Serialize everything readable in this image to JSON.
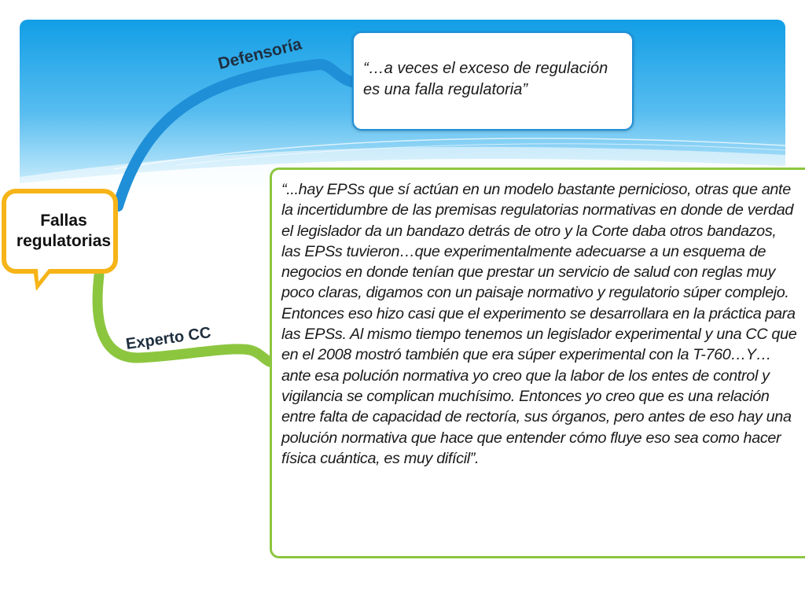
{
  "mindmap": {
    "central_topic": "Fallas\nregulatorias",
    "branches": [
      {
        "label": "Defensoría",
        "quote": "“…a veces el exceso de regulación es una falla regulatoria”"
      },
      {
        "label": "Experto CC",
        "quote": "“...hay EPSs que sí actúan en un modelo bastante pernicioso, otras que ante la incertidumbre de las premisas regulatorias normativas en donde de verdad el legislador da un bandazo detrás de otro y la Corte daba otros bandazos, las EPSs tuvieron…que experimentalmente adecuarse a un esquema de negocios en donde tenían que prestar un servicio de salud con reglas muy poco claras, digamos con un paisaje normativo y regulatorio súper complejo. Entonces eso hizo casi que el experimento se desarrollara en la práctica para las EPSs. Al mismo tiempo tenemos un legislador experimental y una CC que en el 2008 mostró también que era súper experimental con la T-760…Y…ante esa polución normativa yo creo que la labor de los entes de control y vigilancia se complican muchísimo. Entonces yo creo que es una relación entre falta de capacidad de rectoría, sus órganos, pero antes de eso hay una polución normativa que hace que entender cómo fluye eso sea como hacer física cuántica, es muy difícil”."
      }
    ]
  },
  "colors": {
    "band_top": "#1aa3e8",
    "band_bottom": "#bfe6fb",
    "central_border": "#f6b418",
    "branch_defensoria": "#1f8fd8",
    "branch_experto": "#8cc63f"
  }
}
